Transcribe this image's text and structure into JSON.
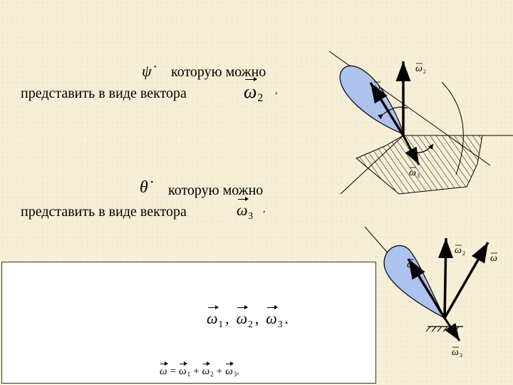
{
  "text": {
    "line1_end": "которую можно",
    "line1_start": "представить в виде вектора",
    "line2_end": "которую можно",
    "line2_start": "представить в виде вектора",
    "comma": ",",
    "period": "."
  },
  "symbols": {
    "psi_dot": "ψ̇",
    "theta_dot": "θ̇",
    "omega": "ω",
    "omega1": "1",
    "omega2": "2",
    "omega3": "3",
    "equals": "=",
    "plus": "+"
  },
  "diagram_top": {
    "labels": {
      "w": "ω",
      "s1": "1",
      "s2": "2",
      "s3": "3"
    }
  },
  "diagram_bottom": {
    "labels": {
      "w": "ω",
      "s1": "1",
      "s2": "2",
      "s3": "3"
    }
  }
}
